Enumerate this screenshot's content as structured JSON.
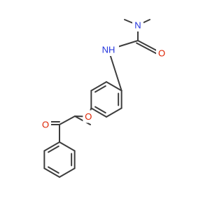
{
  "molecule": {
    "atoms": [
      {
        "key": "N_dimethyl",
        "label": "N",
        "color": "#2233dd"
      },
      {
        "key": "O_carbonyl_urea",
        "label": "O",
        "color": "#dd2200"
      },
      {
        "key": "NH_urea",
        "label": "NH",
        "color": "#2233dd"
      },
      {
        "key": "O_ether",
        "label": "O",
        "color": "#dd2200"
      },
      {
        "key": "O_ketone",
        "label": "O",
        "color": "#dd2200"
      }
    ],
    "bond_color": "#3d3d3d"
  }
}
